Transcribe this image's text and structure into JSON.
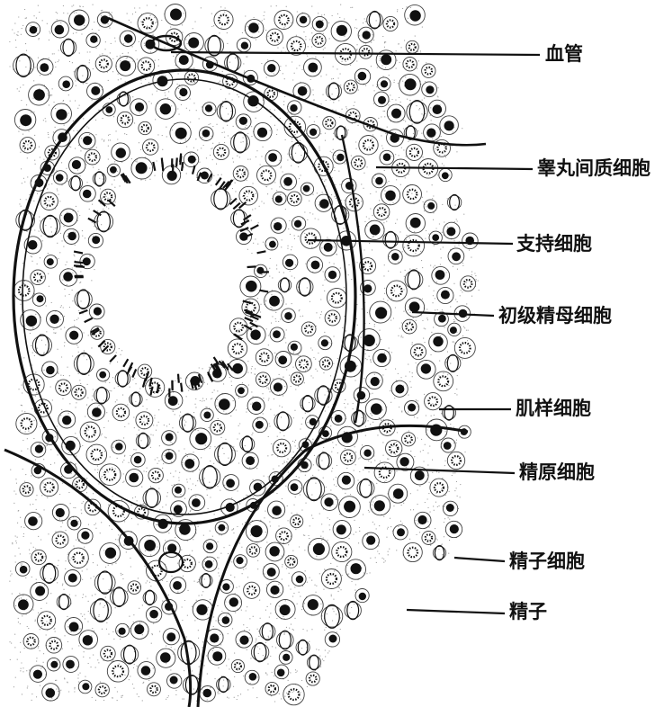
{
  "figure": {
    "labels": [
      {
        "id": "blood-vessel",
        "text": "血管"
      },
      {
        "id": "leydig-cell",
        "text": "睾丸间质细胞"
      },
      {
        "id": "sertoli-cell",
        "text": "支持细胞"
      },
      {
        "id": "primary-spermatocyte",
        "text": "初级精母细胞"
      },
      {
        "id": "myoid-cell",
        "text": "肌样细胞"
      },
      {
        "id": "spermatogonium",
        "text": "精原细胞"
      },
      {
        "id": "spermatid",
        "text": "精子细胞"
      },
      {
        "id": "sperm",
        "text": "精子"
      }
    ]
  },
  "colors": {
    "ink": "#111111",
    "paper": "#ffffff",
    "stipple": "#555555"
  }
}
